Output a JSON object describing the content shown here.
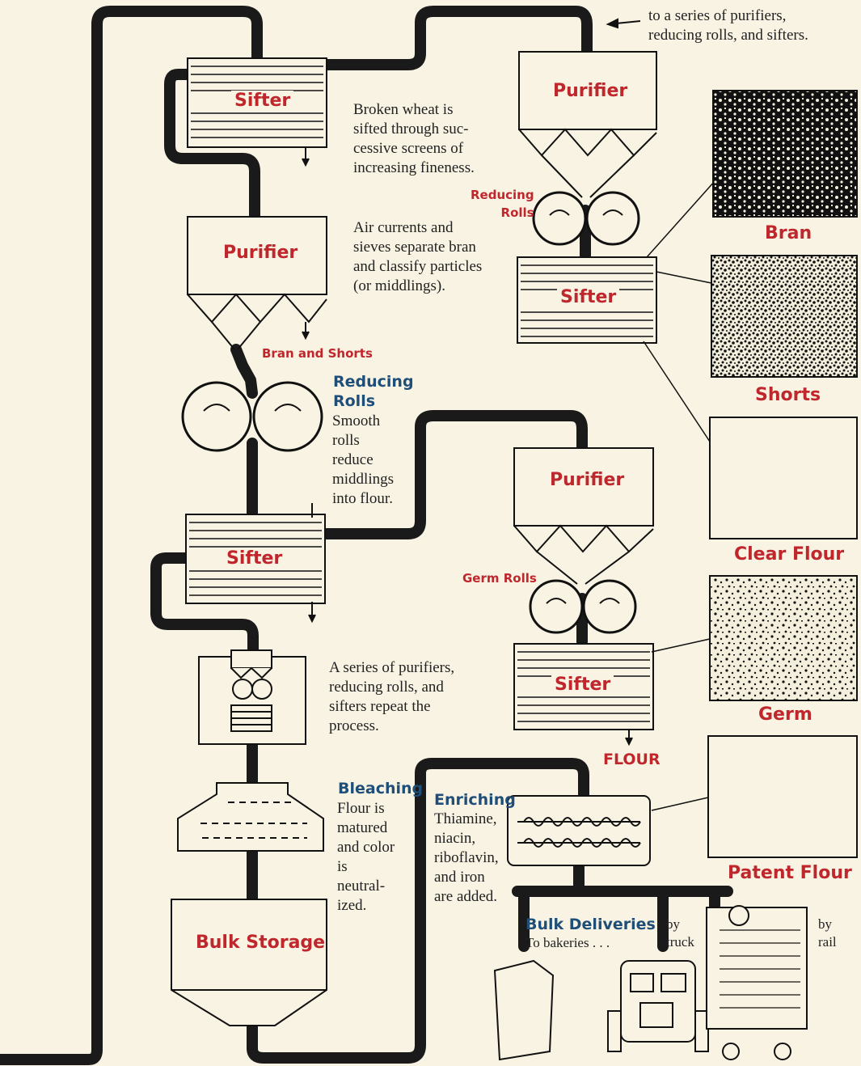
{
  "colors": {
    "background": "#f8f3e2",
    "red_label": "#c0272d",
    "blue_label": "#1f4e79",
    "line": "#1a1a1a"
  },
  "header_note": "to a series of purifiers,\nreducing rolls, and sifters.",
  "left_column": {
    "sifter1": "Sifter",
    "sifter1_text": "Broken wheat is\nsifted through suc-\ncessive screens of\nincreasing fineness.",
    "purifier1": "Purifier",
    "purifier1_text": "Air currents and\nsieves separate bran\nand classify particles\n(or middlings).",
    "bran_shorts": "Bran and Shorts",
    "reducing_title": "Reducing\nRolls",
    "reducing_text": "Smooth\nrolls\nreduce\nmiddlings\ninto flour.",
    "sifter2": "Sifter",
    "series_text": "A series of purifiers,\nreducing rolls, and\nsifters repeat the\nprocess.",
    "bleaching_title": "Bleaching",
    "bleaching_text": "Flour is\nmatured\nand color\nis\nneutral-\nized.",
    "bulk_storage": "Bulk Storage"
  },
  "right_column": {
    "purifier_top": "Purifier",
    "reducing_rolls_small": "Reducing\nRolls",
    "sifter_top": "Sifter",
    "purifier_mid": "Purifier",
    "germ_rolls": "Germ Rolls",
    "sifter_mid": "Sifter",
    "flour": "FLOUR",
    "enriching_title": "Enriching",
    "enriching_text": "Thiamine,\nniacin,\nriboflavin,\nand iron\nare added.",
    "bulk_title": "Bulk Deliveries",
    "bulk_text": "To bakeries . . .",
    "by_truck": "by\ntruck",
    "by_rail": "by\nrail"
  },
  "samples": {
    "bran": "Bran",
    "shorts": "Shorts",
    "clear_flour": "Clear Flour",
    "germ": "Germ",
    "patent_flour": "Patent Flour"
  }
}
